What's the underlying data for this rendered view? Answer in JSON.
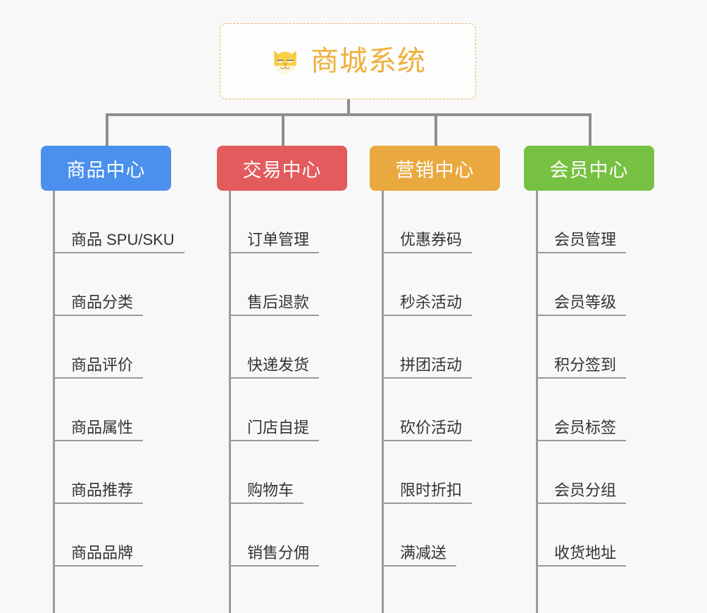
{
  "background_color": "#f8f8f8",
  "root": {
    "title": "商城系统",
    "icon": "shiba-dog-face-emoji",
    "text_color": "#efb03c",
    "border_color": "#e8b55e"
  },
  "connector_color": "#8e8e8e",
  "branches": [
    {
      "label": "商品中心",
      "color": "#4a90ec",
      "items": [
        {
          "label": "商品 SPU/SKU"
        },
        {
          "label": "商品分类"
        },
        {
          "label": "商品评价"
        },
        {
          "label": "商品属性"
        },
        {
          "label": "商品推荐"
        },
        {
          "label": "商品品牌"
        }
      ]
    },
    {
      "label": "交易中心",
      "color": "#e35b5c",
      "items": [
        {
          "label": "订单管理"
        },
        {
          "label": "售后退款"
        },
        {
          "label": "快递发货"
        },
        {
          "label": "门店自提"
        },
        {
          "label": "购物车"
        },
        {
          "label": "销售分佣"
        }
      ]
    },
    {
      "label": "营销中心",
      "color": "#eaa93f",
      "items": [
        {
          "label": "优惠券码"
        },
        {
          "label": "秒杀活动"
        },
        {
          "label": "拼团活动"
        },
        {
          "label": "砍价活动"
        },
        {
          "label": "限时折扣"
        },
        {
          "label": "满减送"
        }
      ]
    },
    {
      "label": "会员中心",
      "color": "#77c142",
      "items": [
        {
          "label": "会员管理"
        },
        {
          "label": "会员等级"
        },
        {
          "label": "积分签到"
        },
        {
          "label": "会员标签"
        },
        {
          "label": "会员分组"
        },
        {
          "label": "收货地址"
        }
      ]
    }
  ]
}
